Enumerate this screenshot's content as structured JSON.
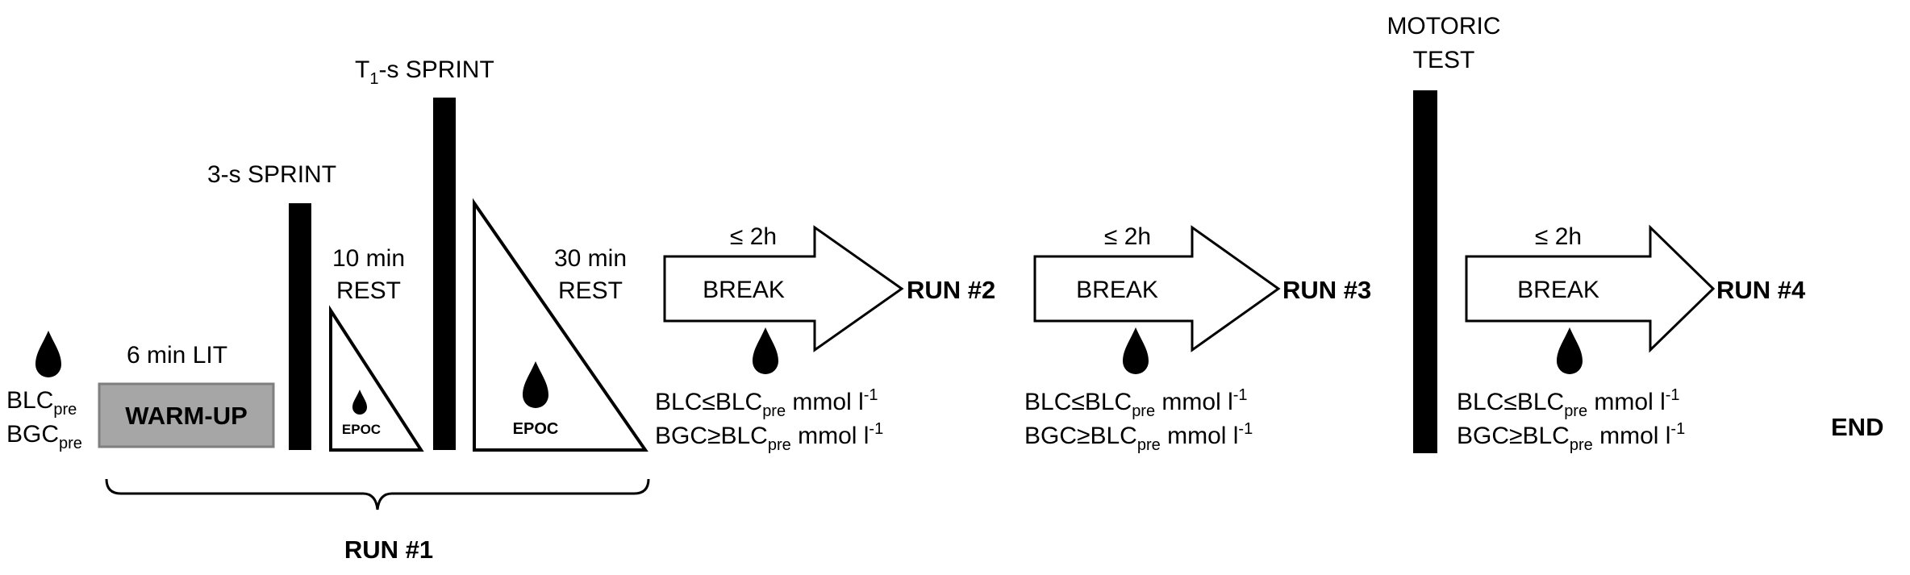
{
  "pre": {
    "blc": "BLC",
    "bgc": "BGC",
    "sub": "pre"
  },
  "warmup": {
    "duration": "6 min LIT",
    "label": "WARM-UP"
  },
  "sprint3": {
    "label": "3-s SPRINT"
  },
  "sprintT1": {
    "prefix": "T",
    "sub": "1",
    "suffix": "-s SPRINT"
  },
  "rest10": {
    "line1": "10 min",
    "line2": "REST",
    "epoc": "EPOC"
  },
  "rest30": {
    "line1": "30 min",
    "line2": "REST",
    "epoc": "EPOC"
  },
  "motoric": {
    "line1": "MOTORIC",
    "line2": "TEST"
  },
  "breaks": [
    {
      "time": "≤ 2h",
      "label": "BREAK",
      "run": "RUN #2"
    },
    {
      "time": "≤ 2h",
      "label": "BREAK",
      "run": "RUN #3"
    },
    {
      "time": "≤ 2h",
      "label": "BREAK",
      "run": "RUN #4"
    }
  ],
  "criteria": {
    "line1_a": "BLC≤BLC",
    "line1_b": " mmol l",
    "line2_a": "BGC≥BLC",
    "line2_b": " mmol l",
    "sub": "pre",
    "sup": "-1"
  },
  "run1": "RUN #1",
  "end": "END",
  "colors": {
    "warmup_fill": "#a6a6a6",
    "warmup_stroke": "#7f7f7f",
    "ink": "#000000"
  }
}
